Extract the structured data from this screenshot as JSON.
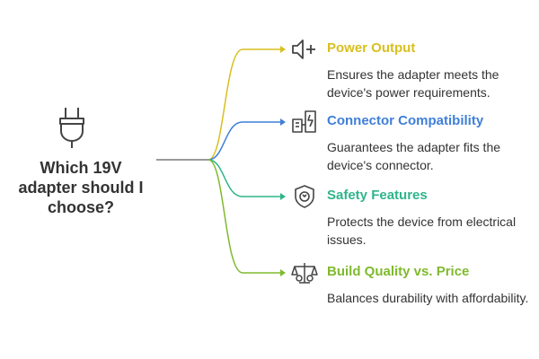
{
  "root": {
    "lines": [
      "Which 19V",
      "adapter should I",
      "choose?"
    ],
    "icon": "plug-icon"
  },
  "branches": [
    {
      "title": "Power Output",
      "description": "Ensures the adapter meets the device's power requirements.",
      "color": "#d9bf1f",
      "icon": "power-output-icon"
    },
    {
      "title": "Connector Compatibility",
      "description": "Guarantees the adapter fits the device's connector.",
      "color": "#3f7fd9",
      "icon": "connector-icon"
    },
    {
      "title": "Safety Features",
      "description": "Protects the device from electrical issues.",
      "color": "#2fb58a",
      "icon": "shield-icon"
    },
    {
      "title": "Build Quality vs. Price",
      "description": "Balances durability with affordability.",
      "color": "#7fba2e",
      "icon": "scale-balance-icon"
    }
  ]
}
